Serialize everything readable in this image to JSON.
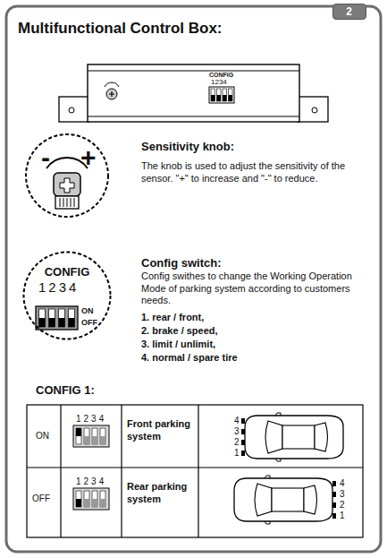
{
  "diagram": {
    "title": "Multifunctional Control Box:",
    "nodes": [
      {
        "text": [
          "2"
        ]
      },
      {
        "text": [
          "CONFIG",
          "1234",
          "ON",
          "OFF"
        ]
      }
    ],
    "labels": [
      "CONFIG",
      "1234",
      "-",
      "+",
      "Sensitivity knob:",
      "The knob is used to adjust the sensitivity of the sensor. \"+\" to increase and \"-\" to reduce.",
      "Config switch:",
      "Config swithes to change the Working Operation Mode of parking system according to customers needs.",
      "1. rear / front,",
      "2. brake / speed,",
      "3. limit / unlimit,",
      "4. normal / spare tire",
      "CONFIG 1:",
      "ON",
      "1234",
      "Front parking system",
      "4",
      "3",
      "2",
      "1",
      "OFF",
      "1234",
      "Rear parking system",
      "4",
      "3",
      "2",
      "1"
    ]
  }
}
